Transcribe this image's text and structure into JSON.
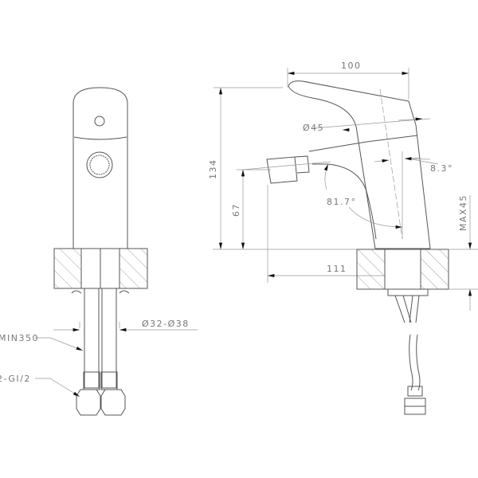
{
  "dimensions": {
    "pipe_length": "MIN350",
    "connection": "2-GI/2",
    "hole_diameter": "Ø32-Ø38",
    "width": "100",
    "height": "134",
    "spout_height": "67",
    "aerator_diameter": "Ø45",
    "tilt_angle": "8.3°",
    "spray_angle": "81.7°",
    "reach": "111",
    "max_counter_thickness": "MAX45"
  }
}
